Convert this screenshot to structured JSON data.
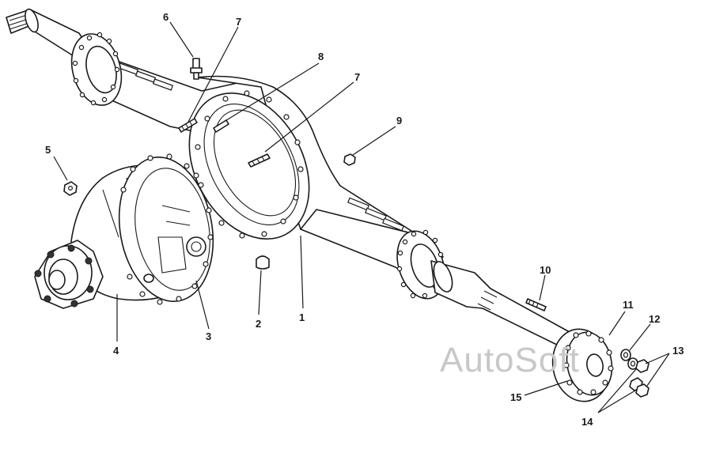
{
  "watermark": "AutoSoft",
  "callouts": [
    {
      "id": "c1",
      "label": "1"
    },
    {
      "id": "c2",
      "label": "2"
    },
    {
      "id": "c3",
      "label": "3"
    },
    {
      "id": "c4",
      "label": "4"
    },
    {
      "id": "c5",
      "label": "5"
    },
    {
      "id": "c6",
      "label": "6"
    },
    {
      "id": "c7a",
      "label": "7"
    },
    {
      "id": "c7b",
      "label": "7"
    },
    {
      "id": "c8",
      "label": "8"
    },
    {
      "id": "c9",
      "label": "9"
    },
    {
      "id": "c10",
      "label": "10"
    },
    {
      "id": "c11",
      "label": "11"
    },
    {
      "id": "c12",
      "label": "12"
    },
    {
      "id": "c13",
      "label": "13"
    },
    {
      "id": "c14",
      "label": "14"
    },
    {
      "id": "c15",
      "label": "15"
    }
  ]
}
